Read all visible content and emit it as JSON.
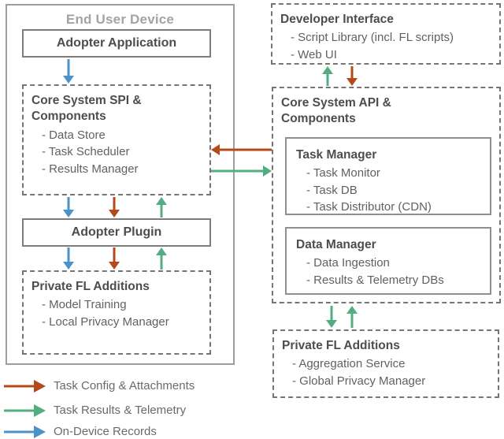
{
  "colors": {
    "task_config_attachments": "#b34a18",
    "task_results_telemetry": "#52ad80",
    "on_device_records": "#4b92c8",
    "box_border": "#757575",
    "heading_text": "#4d4d4d",
    "item_text": "#616161"
  },
  "end_user_device": {
    "title": "End User Device",
    "adopter_application": {
      "title": "Adopter Application"
    },
    "core_system_spi": {
      "title": "Core System SPI &\nComponents",
      "items": [
        "- Data Store",
        "- Task Scheduler",
        "- Results Manager"
      ]
    },
    "adopter_plugin": {
      "title": "Adopter Plugin"
    },
    "private_fl_additions": {
      "title": "Private FL Additions",
      "items": [
        "- Model Training",
        "- Local Privacy Manager"
      ]
    }
  },
  "server": {
    "developer_interface": {
      "title": "Developer Interface",
      "items": [
        "- Script Library (incl. FL scripts)",
        "- Web UI"
      ]
    },
    "core_system_api": {
      "title": "Core System API &\nComponents",
      "task_manager": {
        "title": "Task Manager",
        "items": [
          "- Task Monitor",
          "- Task DB",
          "- Task Distributor (CDN)"
        ]
      },
      "data_manager": {
        "title": "Data Manager",
        "items": [
          "- Data Ingestion",
          "- Results & Telemetry DBs"
        ]
      }
    },
    "private_fl_additions": {
      "title": "Private FL Additions",
      "items": [
        "- Aggregation Service",
        "- Global Privacy Manager"
      ]
    }
  },
  "legend": {
    "items": [
      {
        "label": "Task Config & Attachments",
        "color": "#b34a18"
      },
      {
        "label": "Task Results & Telemetry",
        "color": "#52ad80"
      },
      {
        "label": "On-Device Records",
        "color": "#4b92c8"
      }
    ]
  }
}
